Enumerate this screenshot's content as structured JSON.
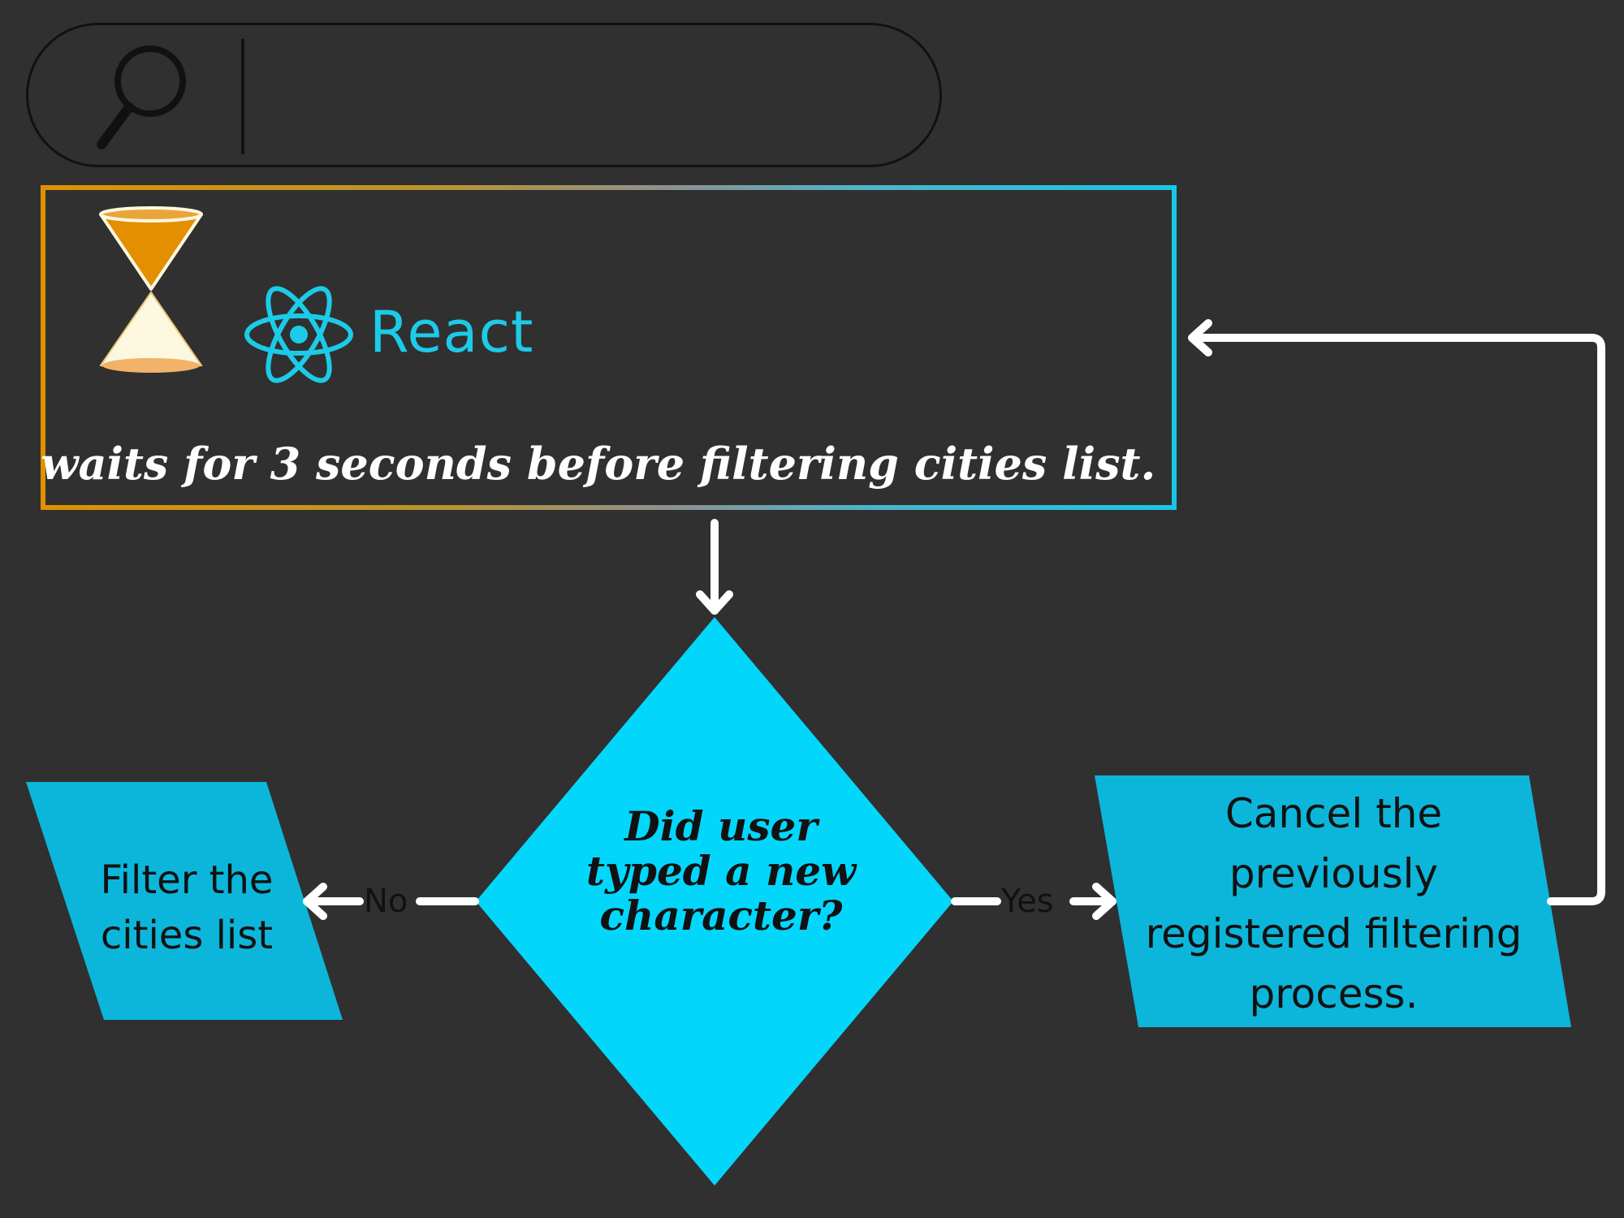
{
  "search": {
    "placeholder": ""
  },
  "wait_box": {
    "logo_text": "React",
    "caption": "waits for 3 seconds before filtering cities list."
  },
  "decision": {
    "text": "Did user typed a new character?"
  },
  "left_box": {
    "text": "Filter the cities list"
  },
  "right_box": {
    "text": "Cancel the previously registered filtering process."
  },
  "edges": {
    "no_label": "No",
    "yes_label": "Yes"
  },
  "icons": [
    "search-icon",
    "hourglass-icon",
    "react-logo-icon"
  ],
  "colors": {
    "background": "#313030",
    "cyan": "#03d6fb",
    "box_cyan": "#0cb6da",
    "hourglass_orange": "#e38f00",
    "hourglass_sand": "#fcf8e0",
    "react_blue": "#1ccbe8",
    "arrow": "#ffffff"
  }
}
